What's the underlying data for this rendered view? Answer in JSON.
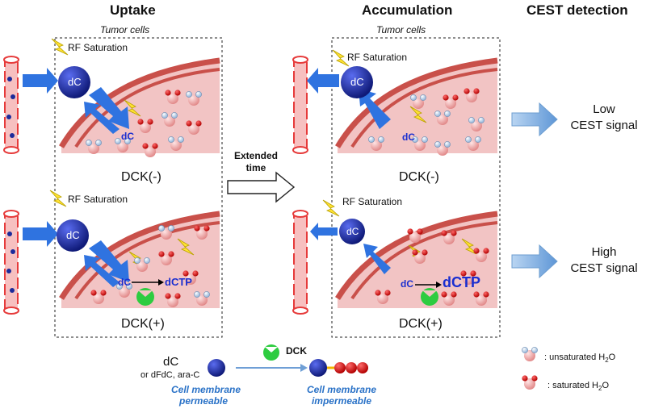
{
  "headers": {
    "uptake": "Uptake",
    "accumulation": "Accumulation",
    "cest": "CEST detection"
  },
  "tumor_cells": "Tumor cells",
  "rf_saturation": "RF Saturation",
  "dc_label": "dC",
  "dctp_label": "dCTP",
  "dck_minus": "DCK(-)",
  "dck_plus": "DCK(+)",
  "extended_time": [
    "Extended",
    "time"
  ],
  "signals": {
    "low": [
      "Low",
      "CEST signal"
    ],
    "high": [
      "High",
      "CEST signal"
    ]
  },
  "legend": {
    "dc": "dC",
    "dc_alt": "or dFdC, ara-C",
    "dck": "DCK",
    "permeable": [
      "Cell membrane",
      "permeable"
    ],
    "impermeable": [
      "Cell membrane",
      "impermeable"
    ],
    "unsaturated_prefix": ": unsaturated H",
    "saturated_prefix": ": saturated H",
    "water_subscript": "2",
    "water_suffix": "O"
  },
  "colors": {
    "vessel": "#e63a3a",
    "arrow_blue": "#2f73e0",
    "sphere_dark": "#1c2a9a",
    "tissue": "#f2c4c4",
    "membrane": "#c9504a",
    "enzyme": "#2ecc40",
    "bolt": "#ffe233",
    "signal_arrow": "#8fb8e6",
    "caption_blue": "#2a72c7"
  }
}
